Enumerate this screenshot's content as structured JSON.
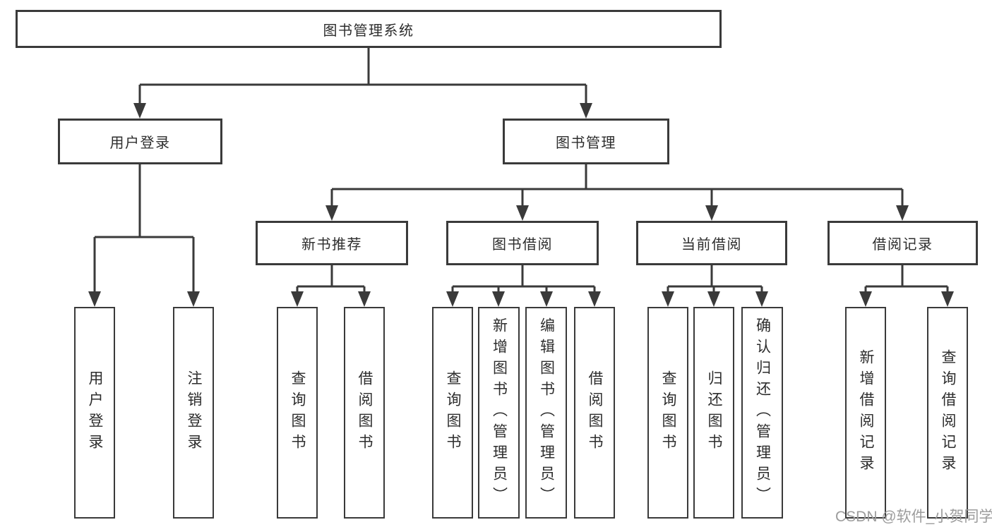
{
  "diagram": {
    "root": {
      "label": "图书管理系统"
    },
    "level2": [
      {
        "label": "用户登录"
      },
      {
        "label": "图书管理"
      }
    ],
    "level3": [
      {
        "label": "新书推荐",
        "parent": "图书管理"
      },
      {
        "label": "图书借阅",
        "parent": "图书管理"
      },
      {
        "label": "当前借阅",
        "parent": "图书管理"
      },
      {
        "label": "借阅记录",
        "parent": "图书管理"
      }
    ],
    "leaves": [
      {
        "label": "用户登录",
        "parent": "用户登录"
      },
      {
        "label": "注销登录",
        "parent": "用户登录"
      },
      {
        "label": "查询图书",
        "parent": "新书推荐"
      },
      {
        "label": "借阅图书",
        "parent": "新书推荐"
      },
      {
        "label": "查询图书",
        "parent": "图书借阅"
      },
      {
        "label": "新增图书（管理员）",
        "parent": "图书借阅"
      },
      {
        "label": "编辑图书（管理员）",
        "parent": "图书借阅"
      },
      {
        "label": "借阅图书",
        "parent": "图书借阅"
      },
      {
        "label": "查询图书",
        "parent": "当前借阅"
      },
      {
        "label": "归还图书",
        "parent": "当前借阅"
      },
      {
        "label": "确认归还（管理员）",
        "parent": "当前借阅"
      },
      {
        "label": "新增借阅记录",
        "parent": "借阅记录"
      },
      {
        "label": "查询借阅记录",
        "parent": "借阅记录"
      }
    ],
    "colors": {
      "line": "#3a3a3a",
      "box_border": "#3a3a3a",
      "box_fill": "#ffffff",
      "text": "#2d2d2d"
    }
  },
  "watermark": {
    "text": "CSDN @软件_小贺同学",
    "color": "#9c9c9c"
  }
}
